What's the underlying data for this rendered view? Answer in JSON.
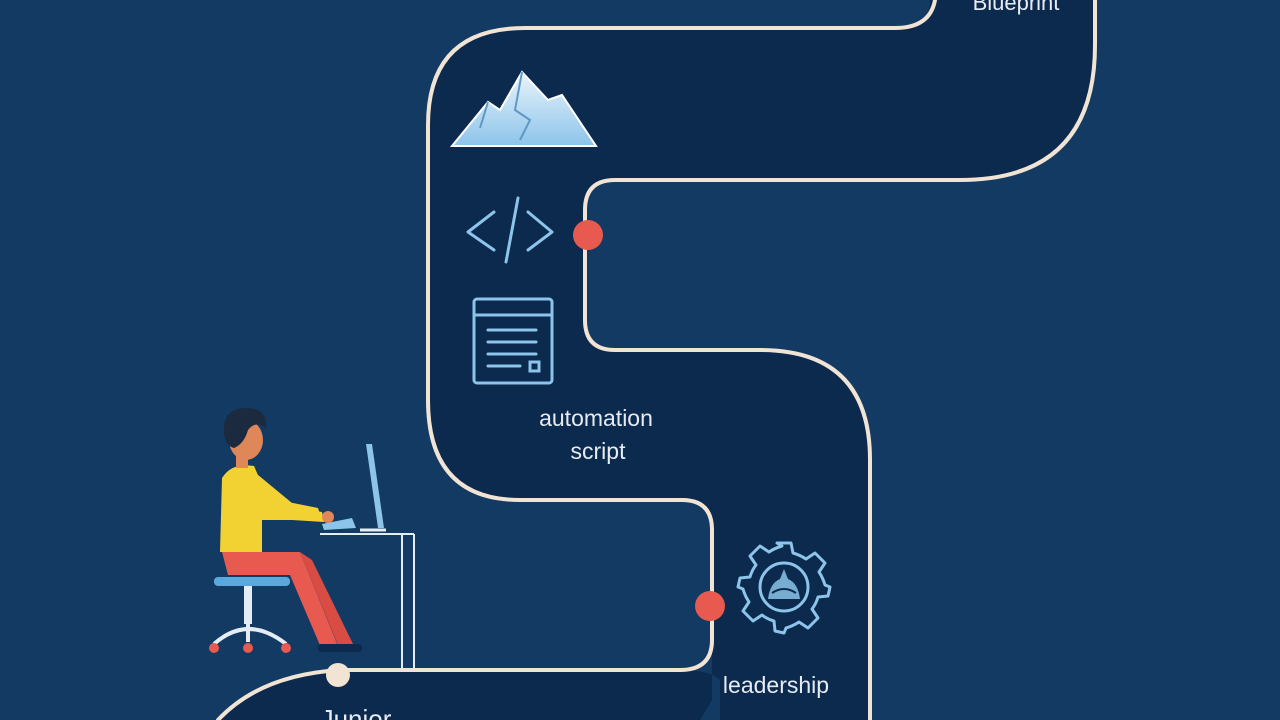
{
  "labels": {
    "blueprint": "Blueprint",
    "automation_line1": "automation",
    "automation_line2": "script",
    "leadership": "leadership",
    "junior": "Junior"
  },
  "icons": {
    "peak": "mountain-icon",
    "code": "code-brackets-icon",
    "document": "document-icon",
    "gear": "gear-icon",
    "person": "person-at-desk-illustration"
  },
  "colors": {
    "background": "#123a63",
    "path_fill": "#0c2a4d",
    "path_outline": "#f1e4d4",
    "milestone_dot": "#e85a4f",
    "icon_stroke": "#8cc4ea",
    "text": "#e6ecf3"
  }
}
